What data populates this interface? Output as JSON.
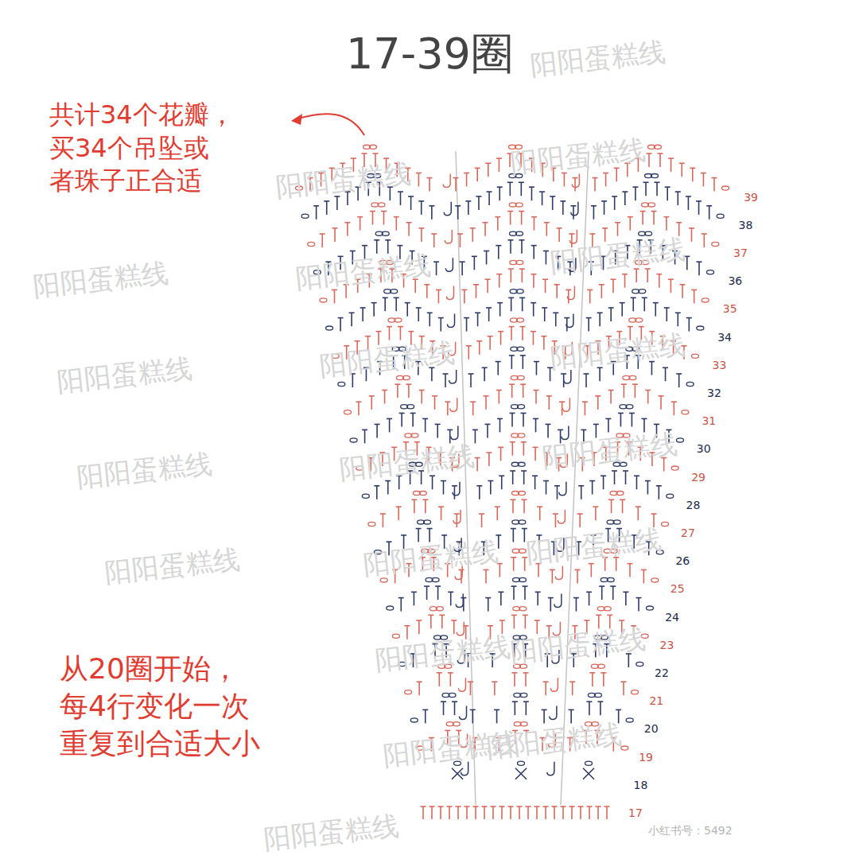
{
  "diagram": {
    "title": "17-39圈",
    "labels": [
      "共计34个花瓣， 买34个吊坠或 者珠子正合适",
      "39",
      "38",
      "37",
      "36",
      "35",
      "34",
      "33",
      "32",
      "31",
      "30",
      "29",
      "28",
      "27",
      "26",
      "25",
      "24",
      "23",
      "22",
      "21",
      "20",
      "19",
      "18",
      "17",
      "从20圈开始， 每4行变化一次 重复到合适大小",
      "小红书号：5492",
      "阳阳蛋糕线",
      "阳阳蛋糕线",
      "阳阳蛋糕线",
      "阳阳蛋糕线",
      "阳阳蛋糕线",
      "阳阳蛋糕线",
      "阳阳蛋糕线",
      "阳阳蛋糕线",
      "阳阳蛋糕线",
      "阳阳蛋糕线",
      "阳阳蛋糕线",
      "阳阳蛋糕线",
      "阳阳蛋糕线",
      "阳阳蛋糕线",
      "阳阳蛋糕线",
      "阳阳蛋糕线",
      "阳阳蛋糕线",
      "阳阳蛋糕线",
      "阳阳蛋糕线",
      "阳阳蛋糕线"
    ]
  }
}
